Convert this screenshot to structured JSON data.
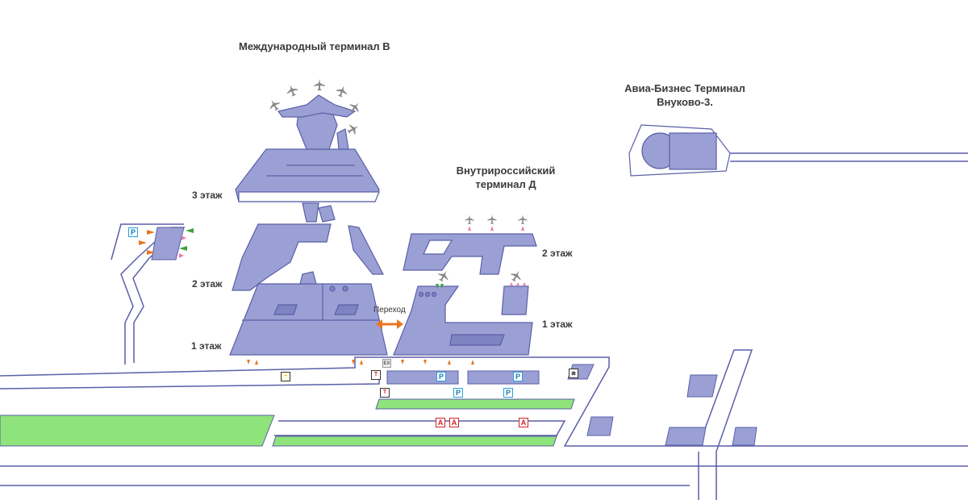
{
  "terminals": {
    "intl_b": "Международный терминал В",
    "business_line1": "Авиа-Бизнес Терминал",
    "business_line2": "Внуково-3.",
    "domestic_line1": "Внутрироссийский",
    "domestic_line2": "терминал Д"
  },
  "floors": {
    "b_floor3": "3 этаж",
    "b_floor2": "2 этаж",
    "b_floor1": "1 этаж",
    "d_floor2": "2 этаж",
    "d_floor1": "1 этаж"
  },
  "passage": "Переход",
  "markers": {
    "parking": "P",
    "bus": "A",
    "taxi": "T",
    "transit": "~",
    "exit": "ЕХ",
    "baggage": "⧈"
  },
  "colors": {
    "building": "#9ba0d4",
    "building_dark": "#7e83c2",
    "outline": "#5a5fa8",
    "road": "#5a5fa8",
    "green": "#8ee37a",
    "arrow_orange": "#e87722",
    "arrow_green": "#3aa33a",
    "arrow_pink": "#ee7fa8"
  },
  "icons": [
    "airplane-icon",
    "parking-icon",
    "bus-icon",
    "taxi-icon",
    "train-icon",
    "baggage-icon",
    "arrow-icon"
  ]
}
